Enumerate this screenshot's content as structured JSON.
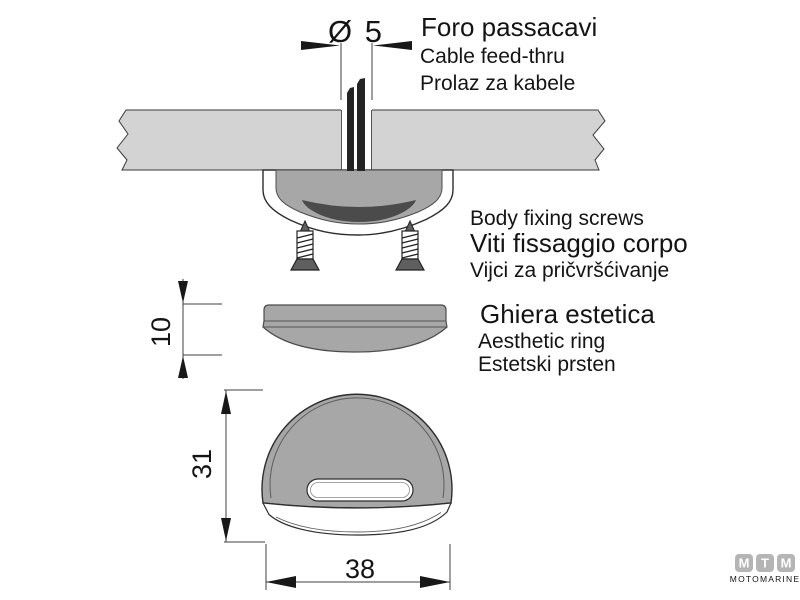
{
  "diagram": {
    "dimensions": {
      "hole_diameter": "Ø 5",
      "ring_thickness": "10",
      "body_height": "31",
      "body_width": "38"
    },
    "labels": {
      "feedthru": {
        "line1": "Foro passacavi",
        "line2": "Cable feed-thru",
        "line3": "Prolaz za kabele"
      },
      "screws": {
        "line1": "Body fixing screws",
        "line2": "Viti fissaggio corpo",
        "line3": "Vijci za pričvršćivanje"
      },
      "ring": {
        "line1": "Ghiera estetica",
        "line2": "Aesthetic ring",
        "line3": "Estetski prsten"
      }
    }
  },
  "logo": {
    "letter1": "M",
    "letter2": "T",
    "letter3": "M",
    "name": "MOTOMARINE"
  },
  "colors": {
    "panel": "#d3d3d3",
    "body": "#a7a7a7",
    "gasket_band": "#4b4b4b",
    "cable": "#242424",
    "screw_head": "#5f5f5f",
    "logo": "#b5b5b5",
    "white": "#ffffff"
  }
}
